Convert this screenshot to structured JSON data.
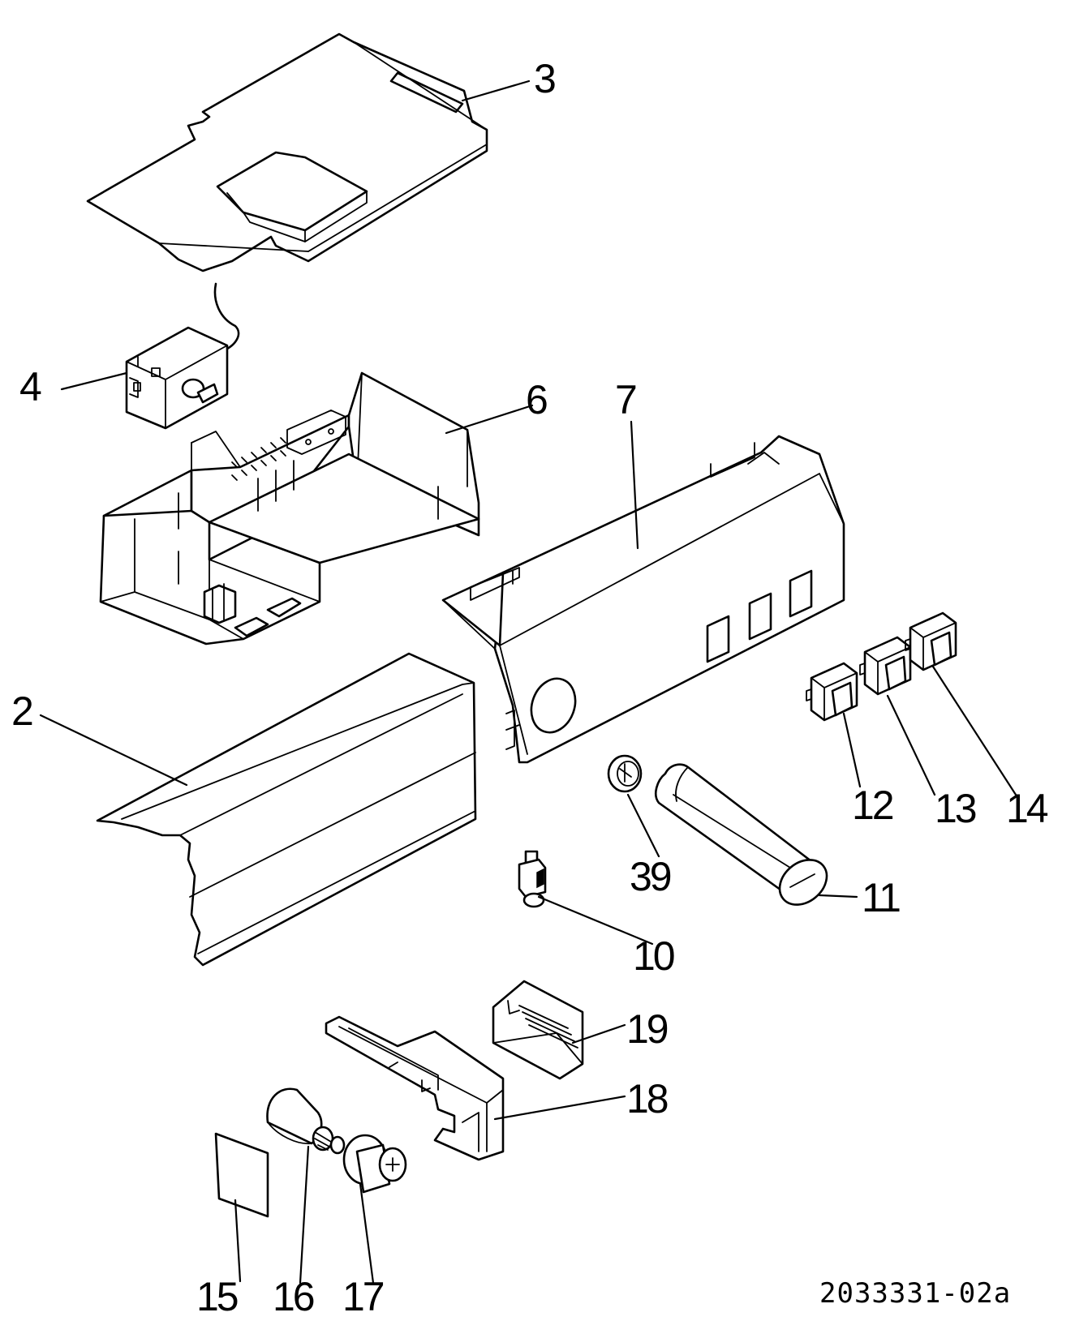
{
  "callouts": {
    "c2": "2",
    "c3": "3",
    "c4": "4",
    "c6": "6",
    "c7": "7",
    "c10": "10",
    "c11": "11",
    "c12": "12",
    "c13": "13",
    "c14": "14",
    "c15": "15",
    "c16": "16",
    "c17": "17",
    "c18": "18",
    "c19": "19",
    "c39": "39"
  },
  "drawing_code": "2033331-02a"
}
